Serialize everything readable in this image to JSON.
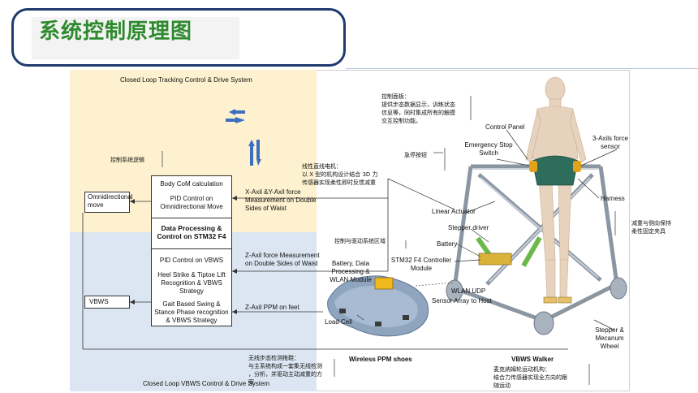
{
  "page": {
    "title": "系统控制原理图"
  },
  "regions": {
    "top_label": "Closed Loop Tracking Control & Drive System",
    "bottom_label": "Closed Loop VBWS Control & Drive System"
  },
  "control_blocks": {
    "omni_move": "Omnidirectional move",
    "vbws": "VBWS",
    "com_calc": "Body CoM calculation",
    "pid_omni": "PID Control on Omnidirectional Move",
    "data_processing": "Data Processing & Control on STM32 F4",
    "pid_vbws": "PID Control on VBWS",
    "heel_strike": "Heel Strike & Tiptoe Lift Recognition & VBWS Strategy",
    "gait_swing": "Gait Based Swing & Stance Phase recognition & VBWS Strategy"
  },
  "signals": {
    "xy_force": "X-Axil &Y-Axil force Measurement on Double Sides of Waist",
    "z_force": "Z-Axil force Measurement on Double Sides of Waist",
    "z_ppm": "Z-Axil PPM on feet"
  },
  "components": {
    "control_panel": "Control Panel",
    "emergency_stop": "Emergency Stop Switch",
    "force_sensor": "3-Axils force sensor",
    "harness": "Harness",
    "linear_actuator": "Linear Actuator",
    "stepper_driver": "Stepper driver",
    "battery": "Battery",
    "stm32": "STM32 F4 Controller Module",
    "battery_wlan": "Battery, Data Processing & WLAN Module",
    "wlan_udp": "WLAN UDP",
    "sensor_array": "Sensor Array to Host",
    "load_cell": "Load Cell",
    "wireless_shoes": "Wireless PPM shoes",
    "vbws_walker": "VBWS Walker",
    "stepper_wheel": "Stepper & Mecanum Wheel"
  },
  "annotations_zh": {
    "control_logic": "控制系统逻辑",
    "panel_note_1": "控制面板：",
    "panel_note_2": "提供步态数据显示，训练状态",
    "panel_note_3": "信息等，同时集成所有的触摸",
    "panel_note_4": "交互控制功能。",
    "estop": "急停按钮",
    "actuator_1": "线性直线电机：",
    "actuator_2": "以 X 型的机构设计结合 3D 力",
    "actuator_3": "传感器实现柔性即时反馈减重",
    "control_drive_area": "控制与驱动系统区域",
    "harness_1": "减重与侧向保持",
    "harness_2": "柔性固定夹具",
    "shoes_1": "无线步态检测拖鞋：",
    "shoes_2": "与主系统构成一套集无线检测",
    "shoes_3": "，分析，并驱动主动减重的方",
    "shoes_4": "案",
    "walker_1": "麦克纳姆轮运动机构：",
    "walker_2": "结合力传感器实现全方向的跟",
    "walker_3": "随运动"
  },
  "colors": {
    "title_green": "#2f8a2e",
    "border_navy": "#1f3a6e",
    "arrow_blue": "#3b6fbf",
    "yellow_region": "#fdf1cf",
    "blue_region": "#dce6f2"
  }
}
